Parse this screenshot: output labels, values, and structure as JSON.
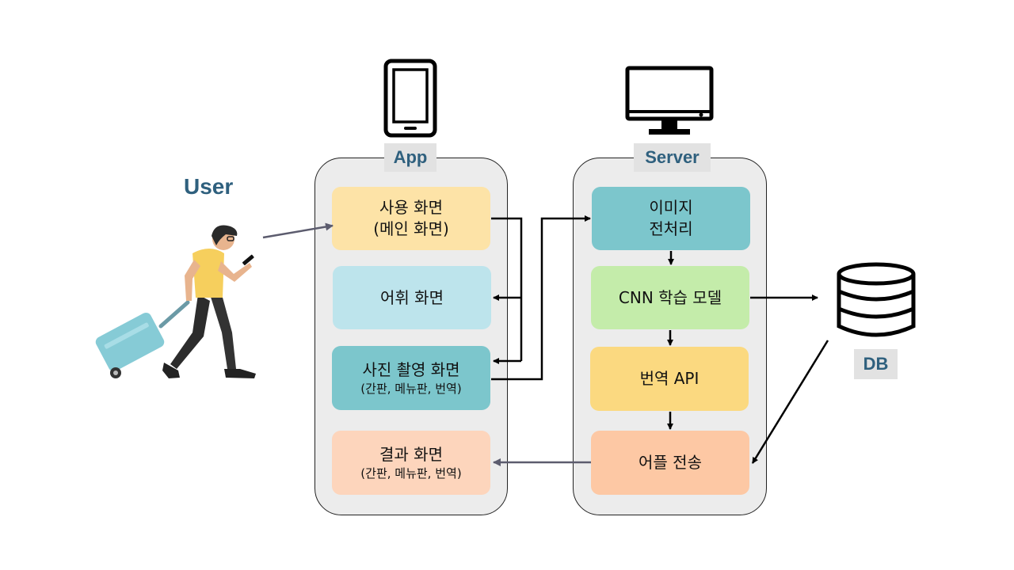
{
  "user": {
    "label": "User"
  },
  "app": {
    "title": "App",
    "boxes": [
      {
        "line1": "사용 화면",
        "line2": "(메인 화면)",
        "color": "#fde3a7"
      },
      {
        "line1": "어휘 화면",
        "line2": "",
        "color": "#bde4ec"
      },
      {
        "line1": "사진 촬영 화면",
        "line2": "(간판, 메뉴판, 번역)",
        "color": "#7cc6cc"
      },
      {
        "line1": "결과 화면",
        "line2": "(간판, 메뉴판, 번역)",
        "color": "#fdd5bc"
      }
    ]
  },
  "server": {
    "title": "Server",
    "boxes": [
      {
        "line1": "이미지",
        "line2": "전처리",
        "color": "#7cc6cc"
      },
      {
        "line1": "CNN 학습 모델",
        "line2": "",
        "color": "#c4ecaa"
      },
      {
        "line1": "번역 API",
        "line2": "",
        "color": "#fbd980"
      },
      {
        "line1": "어플 전송",
        "line2": "",
        "color": "#fdc8a4"
      }
    ]
  },
  "db": {
    "label": "DB"
  },
  "colors": {
    "lane_bg": "#ececec",
    "title_text": "#2f607e",
    "arrow_dark": "#000000",
    "arrow_gray": "#5c5c6e"
  }
}
